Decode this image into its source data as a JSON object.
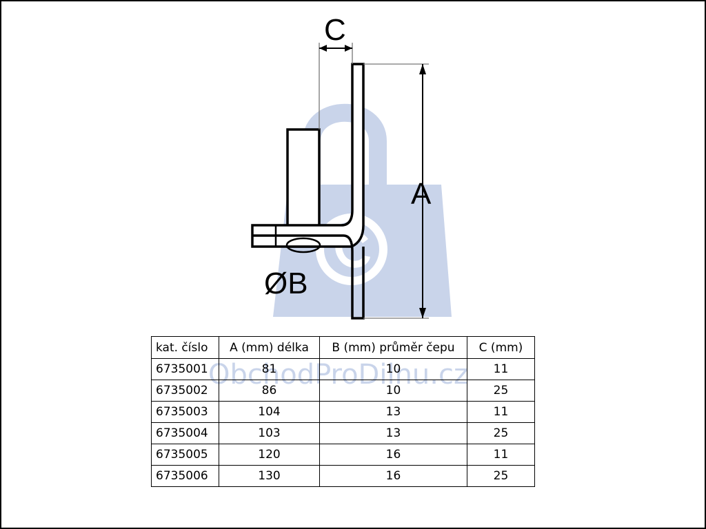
{
  "drawing": {
    "labels": {
      "c": "C",
      "a": "A",
      "b": "ØB"
    },
    "watermark_text": "ObchodProDilnu.cz"
  },
  "table": {
    "headers": [
      "kat. číslo",
      "A (mm) délka",
      "B (mm) průměr čepu",
      "C (mm)"
    ],
    "rows": [
      [
        "6735001",
        "81",
        "10",
        "11"
      ],
      [
        "6735002",
        "86",
        "10",
        "25"
      ],
      [
        "6735003",
        "104",
        "13",
        "11"
      ],
      [
        "6735004",
        "103",
        "13",
        "25"
      ],
      [
        "6735005",
        "120",
        "16",
        "11"
      ],
      [
        "6735006",
        "130",
        "16",
        "25"
      ]
    ]
  },
  "colors": {
    "watermark": "#c9d4ea",
    "line": "#000000",
    "dimension": "#777777"
  }
}
